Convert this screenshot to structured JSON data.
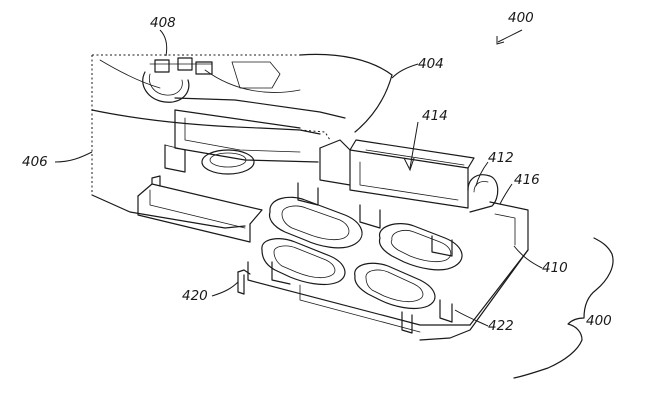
{
  "labels": {
    "fig_top": "400",
    "fig_right": "400",
    "l404": "404",
    "l406": "406",
    "l408": "408",
    "l410": "410",
    "l412": "412",
    "l414": "414",
    "l416": "416",
    "l420": "420",
    "l422": "422"
  }
}
